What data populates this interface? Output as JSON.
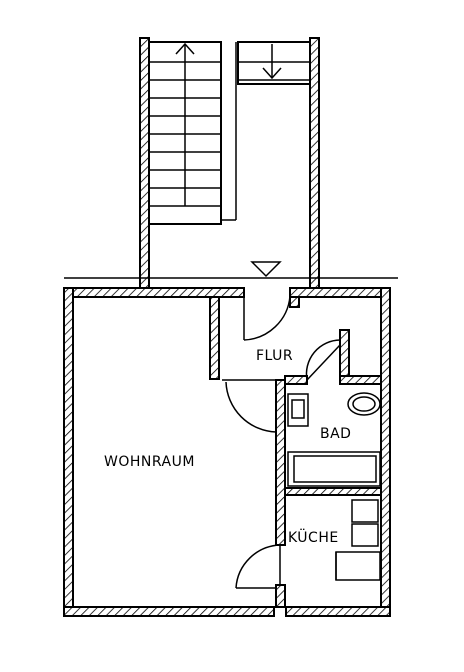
{
  "rooms": {
    "wohnraum": "WOHNRAUM",
    "flur": "FLUR",
    "bad": "BAD",
    "kueche": "KÜCHE"
  },
  "stairs": {
    "up_arrow": "up-arrow-icon",
    "down_arrow": "down-arrow-icon",
    "landing_marker": "triangle-marker-icon"
  }
}
